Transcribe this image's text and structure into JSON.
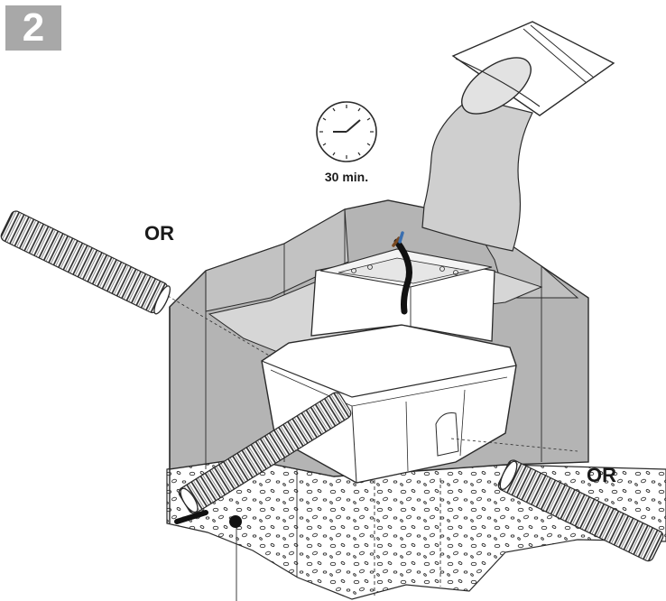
{
  "step_number": "2",
  "timer_label": "30 min.",
  "labels": {
    "or_left": "OR",
    "or_right": "OR"
  },
  "colors": {
    "concrete": "#b4b4b4",
    "concrete_dark": "#a0a0a0",
    "pour": "#cfcfcf",
    "outline": "#2a2a2a",
    "box": "#ffffff",
    "badge": "#a8a8a8"
  },
  "icons": [
    "clock-icon",
    "bucket-icon",
    "corrugated-conduit",
    "cable"
  ]
}
